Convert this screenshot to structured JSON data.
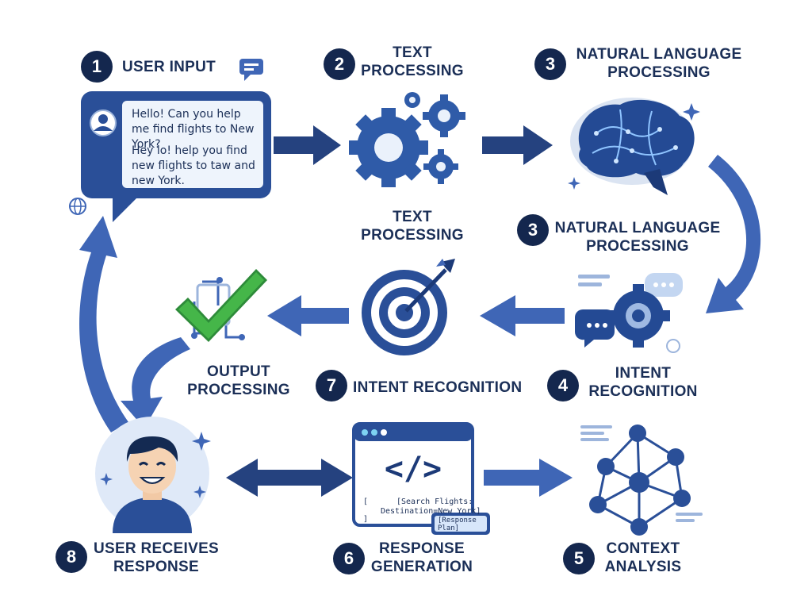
{
  "steps": {
    "s1": {
      "num": "1",
      "line1": "USER INPUT"
    },
    "s2": {
      "num": "2",
      "line1": "TEXT",
      "line2": "PROCESSING"
    },
    "s2b": {
      "line1": "TEXT",
      "line2": "PROCESSING"
    },
    "s3": {
      "num": "3",
      "line1": "NATURAL LANGUAGE",
      "line2": "PROCESSING"
    },
    "s3b": {
      "num": "3",
      "line1": "NATURAL LANGUAGE",
      "line2": "PROCESSING"
    },
    "s4": {
      "num": "4",
      "line1": "INTENT",
      "line2": "RECOGNITION"
    },
    "s5": {
      "num": "5",
      "line1": "CONTEXT",
      "line2": "ANALYSIS"
    },
    "s6": {
      "num": "6",
      "line1": "RESPONSE",
      "line2": "GENERATION"
    },
    "s7": {
      "num": "7",
      "line1": "INTENT RECOGNITION"
    },
    "s8": {
      "num": "8",
      "line1": "USER RECEIVES",
      "line2": "RESPONSE"
    },
    "output": {
      "line1": "OUTPUT",
      "line2": "PROCESSING"
    }
  },
  "chat": {
    "message1": "Hello! Can you help me find flights to New York?",
    "message2": "Hey lo! help you find new flights to taw and new York."
  },
  "code_window": {
    "symbol": "</>",
    "snippet_line1": "[Search Flights:",
    "snippet_line2": "Destination=New York]",
    "bracket_left": "[",
    "bracket_left2": "]",
    "tag": "[Response Plan]"
  },
  "colors": {
    "navy": "#14274e",
    "arrow_blue": "#3f66b6",
    "icon_blue": "#2f5ba8",
    "check_green": "#3fae3c"
  },
  "icons": [
    "chat-bubble-icon",
    "gears-icon",
    "brain-icon",
    "gear-chat-icon",
    "network-icon",
    "code-window-icon",
    "target-icon",
    "checkmark-icon",
    "user-avatar-icon"
  ]
}
